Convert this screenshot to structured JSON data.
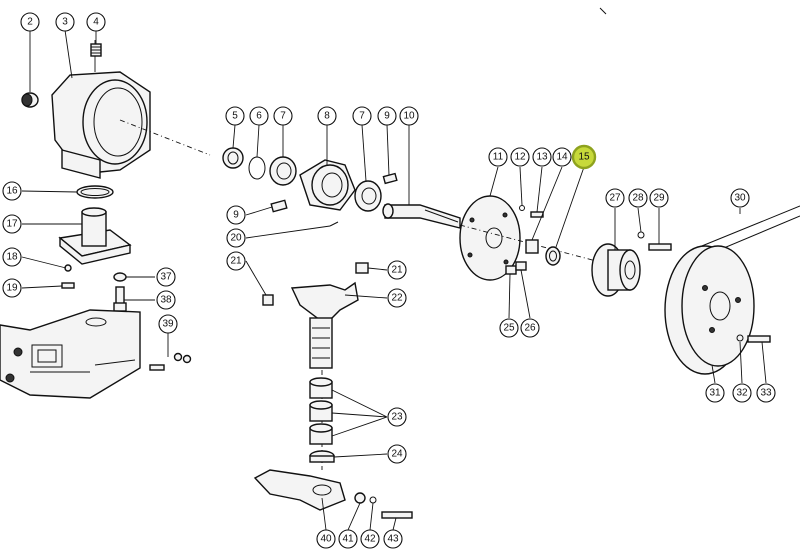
{
  "diagram": {
    "highlight_color": "#c7d93a",
    "highlighted_label": "15",
    "callouts": [
      {
        "id": "2",
        "label": "2"
      },
      {
        "id": "3",
        "label": "3"
      },
      {
        "id": "4",
        "label": "4"
      },
      {
        "id": "16",
        "label": "16"
      },
      {
        "id": "17",
        "label": "17"
      },
      {
        "id": "18",
        "label": "18"
      },
      {
        "id": "19",
        "label": "19"
      },
      {
        "id": "37",
        "label": "37"
      },
      {
        "id": "38",
        "label": "38"
      },
      {
        "id": "39",
        "label": "39"
      },
      {
        "id": "5",
        "label": "5"
      },
      {
        "id": "6",
        "label": "6"
      },
      {
        "id": "7a",
        "label": "7"
      },
      {
        "id": "8",
        "label": "8"
      },
      {
        "id": "7b",
        "label": "7"
      },
      {
        "id": "9a",
        "label": "9"
      },
      {
        "id": "10",
        "label": "10"
      },
      {
        "id": "9b",
        "label": "9"
      },
      {
        "id": "20",
        "label": "20"
      },
      {
        "id": "21a",
        "label": "21"
      },
      {
        "id": "21b",
        "label": "21"
      },
      {
        "id": "22",
        "label": "22"
      },
      {
        "id": "23",
        "label": "23"
      },
      {
        "id": "24",
        "label": "24"
      },
      {
        "id": "40",
        "label": "40"
      },
      {
        "id": "41",
        "label": "41"
      },
      {
        "id": "42",
        "label": "42"
      },
      {
        "id": "43",
        "label": "43"
      },
      {
        "id": "11",
        "label": "11"
      },
      {
        "id": "12",
        "label": "12"
      },
      {
        "id": "13",
        "label": "13"
      },
      {
        "id": "14",
        "label": "14"
      },
      {
        "id": "15",
        "label": "15"
      },
      {
        "id": "25",
        "label": "25"
      },
      {
        "id": "26",
        "label": "26"
      },
      {
        "id": "27",
        "label": "27"
      },
      {
        "id": "28",
        "label": "28"
      },
      {
        "id": "29",
        "label": "29"
      },
      {
        "id": "30",
        "label": "30"
      },
      {
        "id": "31",
        "label": "31"
      },
      {
        "id": "32",
        "label": "32"
      },
      {
        "id": "33",
        "label": "33"
      }
    ]
  }
}
